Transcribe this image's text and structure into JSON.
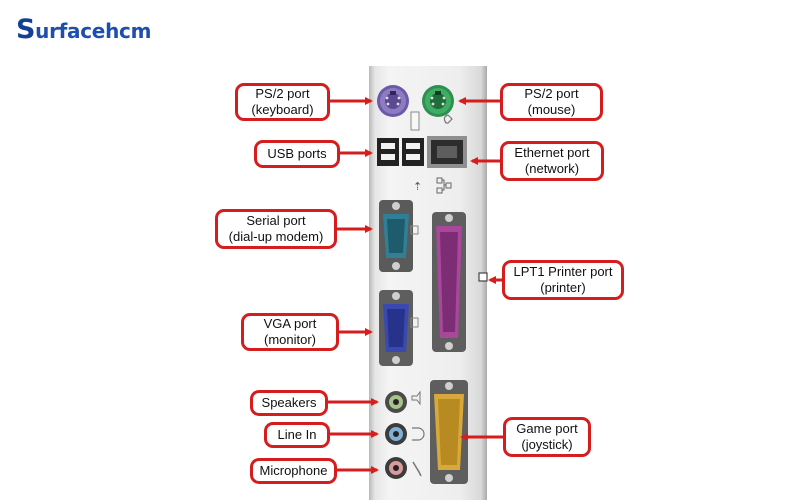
{
  "brand": {
    "initial": "S",
    "rest": "urfacehcm"
  },
  "labels": {
    "ps2_keyboard": {
      "line1": "PS/2 port",
      "line2": "(keyboard)"
    },
    "ps2_mouse": {
      "line1": "PS/2 port",
      "line2": "(mouse)"
    },
    "usb": {
      "line1": "USB ports"
    },
    "ethernet": {
      "line1": "Ethernet port",
      "line2": "(network)"
    },
    "serial": {
      "line1": "Serial port",
      "line2": "(dial-up modem)"
    },
    "lpt1": {
      "line1": "LPT1 Printer port",
      "line2": "(printer)"
    },
    "vga": {
      "line1": "VGA port",
      "line2": "(monitor)"
    },
    "speakers": {
      "line1": "Speakers"
    },
    "line_in": {
      "line1": "Line In"
    },
    "microphone": {
      "line1": "Microphone"
    },
    "game": {
      "line1": "Game port",
      "line2": "(joystick)"
    }
  },
  "colors": {
    "callout_red": "#d61d1d",
    "keyboard_purple": "#8e7cc3",
    "mouse_green": "#3fae64",
    "serial_teal": "#2f7f96",
    "vga_blue": "#3a49b0",
    "printer_magenta": "#a8479c",
    "game_gold": "#d8a93a"
  }
}
